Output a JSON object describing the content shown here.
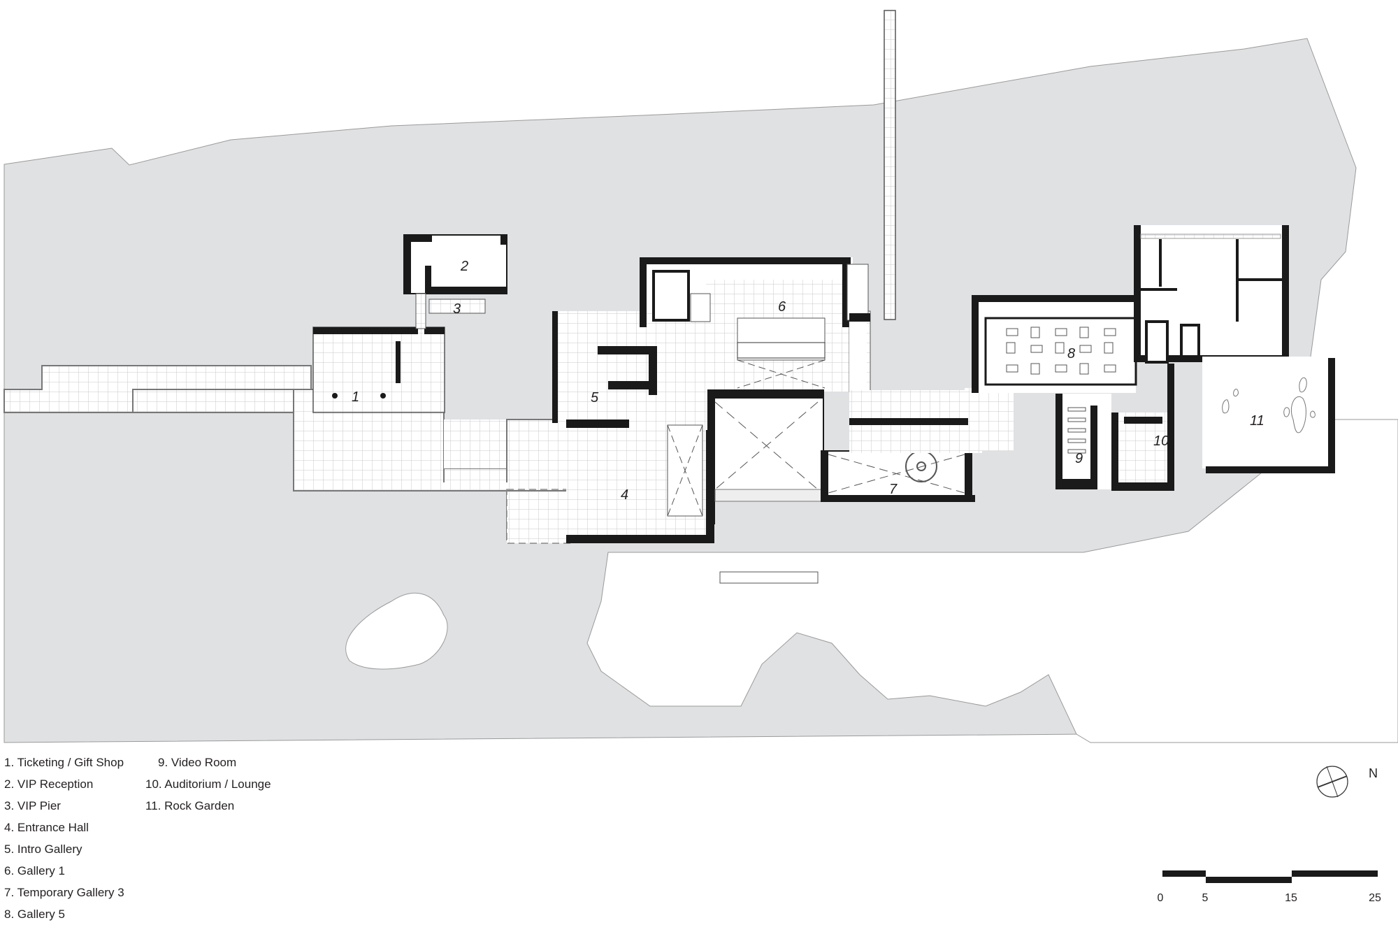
{
  "title": "Museum floor plan",
  "colors": {
    "water": "#e0e1e3",
    "wall": "#1a1a1a",
    "floor": "#ffffff",
    "grid": "#c8c8c8",
    "text": "#231f20"
  },
  "rooms": [
    {
      "id": "1",
      "name": "Ticketing / Gift Shop"
    },
    {
      "id": "2",
      "name": "VIP Reception"
    },
    {
      "id": "3",
      "name": "VIP Pier"
    },
    {
      "id": "4",
      "name": "Entrance Hall"
    },
    {
      "id": "5",
      "name": "Intro Gallery"
    },
    {
      "id": "6",
      "name": "Gallery 1"
    },
    {
      "id": "7",
      "name": "Temporary Gallery 3"
    },
    {
      "id": "8",
      "name": "Gallery 5"
    },
    {
      "id": "9",
      "name": "Video Room"
    },
    {
      "id": "10",
      "name": "Auditorium / Lounge"
    },
    {
      "id": "11",
      "name": "Rock Garden"
    }
  ],
  "legend": {
    "col1": [
      "1. Ticketing / Gift Shop",
      "2. VIP Reception",
      "3. VIP Pier",
      "4. Entrance Hall",
      "5. Intro Gallery",
      "6. Gallery 1",
      "7. Temporary Gallery 3",
      "8. Gallery 5"
    ],
    "col2": [
      "9. Video Room",
      "10. Auditorium / Lounge",
      "11. Rock Garden"
    ]
  },
  "room_labels": {
    "r1": "1",
    "r2": "2",
    "r3": "3",
    "r4": "4",
    "r5": "5",
    "r6": "6",
    "r7": "7",
    "r8": "8",
    "r9": "9",
    "r10": "10",
    "r11": "11"
  },
  "scale_bar": {
    "ticks": [
      "0",
      "5",
      "15",
      "25"
    ]
  },
  "north_arrow": {
    "label": "N"
  }
}
